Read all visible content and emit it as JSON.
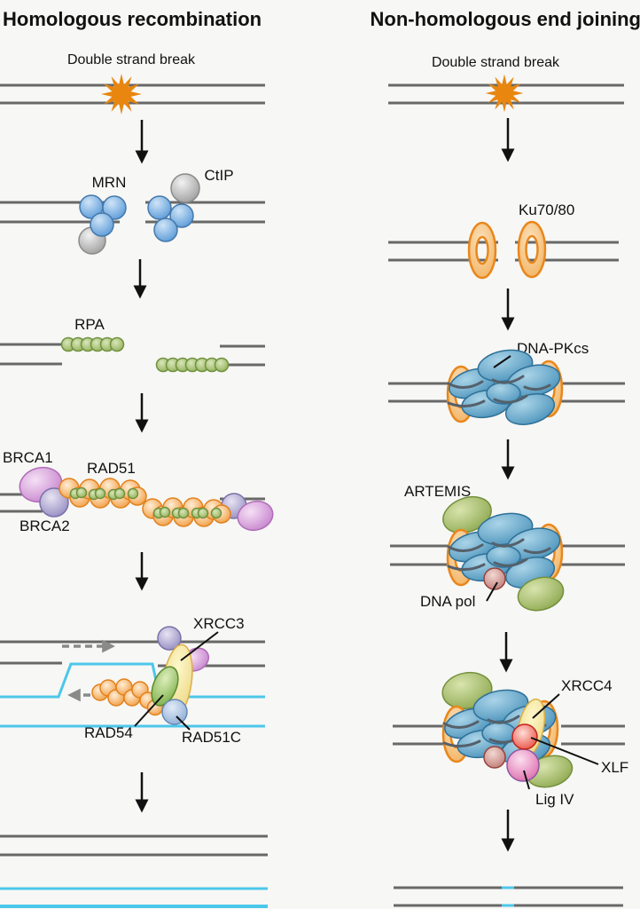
{
  "figure": {
    "left": {
      "title": "Homologous recombination",
      "dsb_label": "Double strand break",
      "labels": {
        "mrn": "MRN",
        "ctip": "CtIP",
        "rpa": "RPA",
        "brca1": "BRCA1",
        "rad51": "RAD51",
        "brca2": "BRCA2",
        "xrcc3": "XRCC3",
        "rad54": "RAD54",
        "rad51c": "RAD51C"
      }
    },
    "right": {
      "title": "Non-homologous end joining",
      "dsb_label": "Double strand break",
      "labels": {
        "ku": "Ku70/80",
        "dnapkcs": "DNA-PKcs",
        "artemis": "ARTEMIS",
        "dnapol": "DNA pol",
        "xrcc4": "XRCC4",
        "xlf": "XLF",
        "ligiv": "Lig IV"
      }
    }
  },
  "colors": {
    "background": "#f7f7f5",
    "dna_gray": "#686868",
    "dna_cyan": "#4cc7ea",
    "break_orange": "#e8860f",
    "protein_blue": "#5b9bd8",
    "protein_gray": "#a6a6a6",
    "rpa_green": "#96b55e",
    "rad51_orange": "#f19a40",
    "brca1_pink": "#c887cf",
    "brca2_purple": "#968dc2",
    "rad54_green": "#7fb24c",
    "rad51c_blue": "#8fb0d6",
    "xrcc_yellow": "#eed98a",
    "ku_orange": "#f3b469",
    "pkcs_blue": "#4f97bf",
    "artemis_green": "#93ad56",
    "dnapol_rose": "#c4807c",
    "xlf_red": "#ea4f42",
    "ligiv_magenta": "#e072ae"
  }
}
